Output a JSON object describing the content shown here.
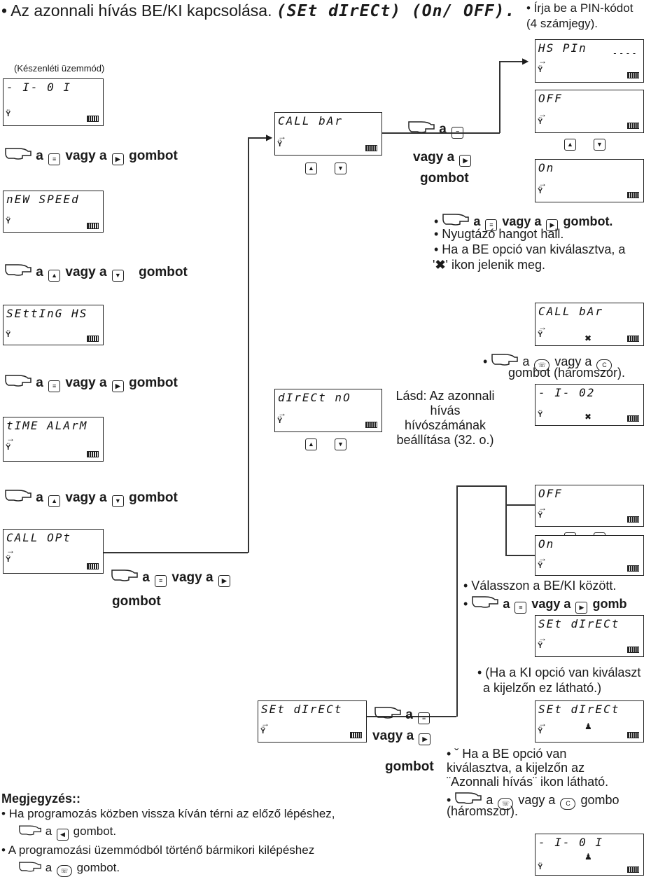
{
  "header": {
    "bullet": "• Az azonnali hívás BE/KI kapcsolása.",
    "code": "(SEt dIrECt) (On/ OFF)."
  },
  "standby_label": "(Készenléti üzemmód)",
  "word_a": "a",
  "word_or_a": "vagy a",
  "word_gombot": "gombot",
  "screens": {
    "standby": "- I-   0 I",
    "new_speed": "nEW SPEEd",
    "setting_hs": "SEttInG HS",
    "time_alarm": "tIME ALArM",
    "call_opt": "CALL OPt",
    "call_bar": "CALL bAr",
    "direct_no": "dIrECt nO",
    "set_direct": "SEt dIrECt",
    "hs_pin": "HS PIn",
    "hs_pin_dashes": "----",
    "off": "OFF",
    "on": "On",
    "call_bar2": "CALL bAr",
    "standby2": "- I-   02",
    "off2": "OFF",
    "on2": "On",
    "set_direct2": "SEt dIrECt",
    "set_direct3": "SEt dIrECt",
    "standby3": "- I-   0 I"
  },
  "right_notes": {
    "pin1": "• Írja be a PIN-kódot",
    "pin2": "(4 számjegy).",
    "confirm_a": "a",
    "confirm_or": "vagy a",
    "confirm_gombot": "gombot.",
    "tone": "• Nyugtázó hangot hall.",
    "be_opt1": "• Ha a BE opció van kiválasztva, a",
    "be_opt2": "' ikon jelenik meg.",
    "press_a": "a",
    "press_or": "vagy a",
    "press_three": "gombot (háromszor).",
    "see1": "Lásd: Az azonnali",
    "see2": "hívás",
    "see3": "hívószámának",
    "see4": "beállítása (32. o.)",
    "choose": "• Válasszon a BE/KI között.",
    "choose2_a": "a",
    "choose2_or": "vagy a",
    "choose2_gomb": "gomb",
    "ki_opt1": "• (Ha a KI opció van kiválaszt",
    "ki_opt2": "a kijelzőn ez látható.)",
    "be2_1": "• ˇ Ha a BE opció van",
    "be2_2": "kiválasztva, a kijelzőn az",
    "be2_3": "¨Azonnali hívás¨ ikon látható.",
    "be2_4a": "a",
    "be2_4b": "vagy a",
    "be2_4c": "gombo",
    "be2_5": "(háromszor)."
  },
  "note": {
    "title": "Megjegyzés::",
    "line1": "• Ha programozás közben vissza kíván térni az előző lépéshez,",
    "line2a": "a",
    "line2b": "gombot.",
    "line3": "• A programozási üzemmódból történő bármikori kilépéshez",
    "line4a": "a",
    "line4b": "gombot."
  },
  "key_c": "C"
}
